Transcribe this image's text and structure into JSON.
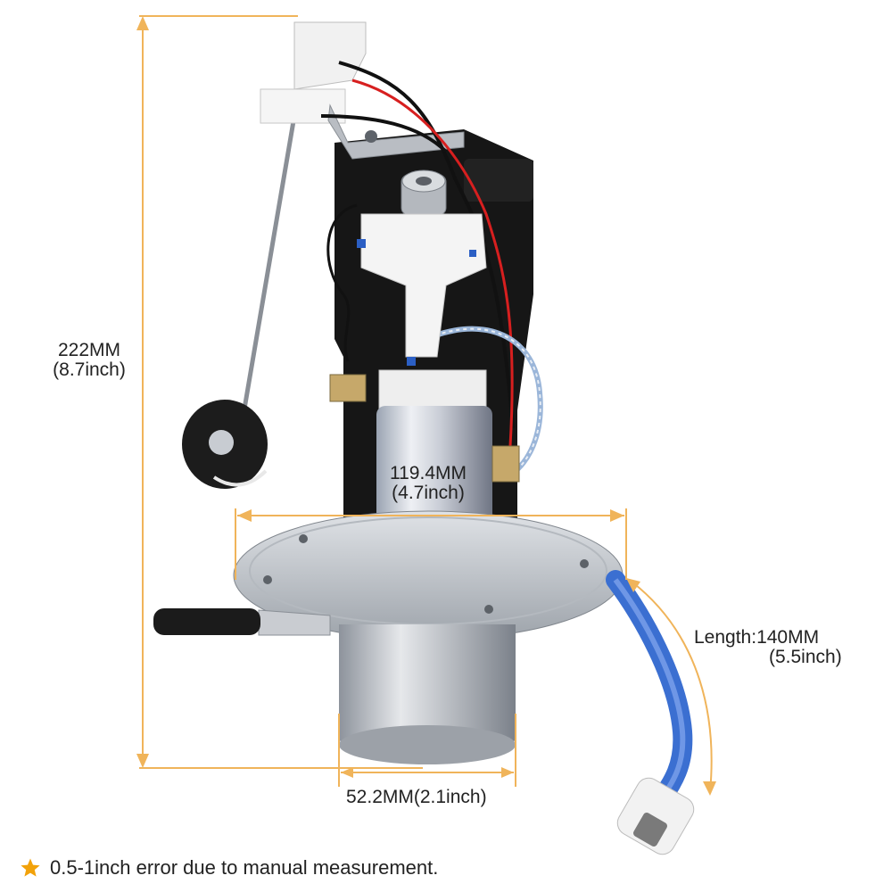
{
  "dimensions": {
    "height_mm": "222MM",
    "height_in": "(8.7inch)",
    "width_mm": "119.4MM",
    "width_in": "(4.7inch)",
    "length_label": "Length:140MM",
    "length_in": "(5.5inch)",
    "bottom_mm": "52.2MM",
    "bottom_in": "(2.1inch)"
  },
  "note": {
    "icon": "star-icon",
    "text": "0.5-1inch error due to manual measurement."
  },
  "colors": {
    "dimension_line": "#f0b45a",
    "star": "#f2a20a",
    "text": "#222222"
  }
}
